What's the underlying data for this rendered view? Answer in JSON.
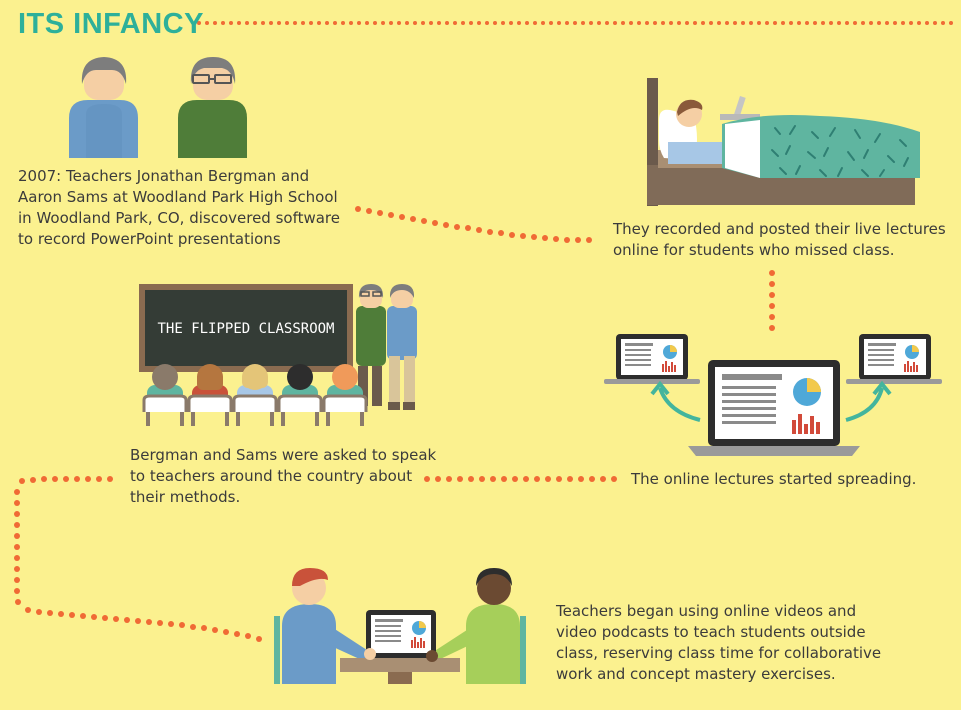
{
  "title": "ITS INFANCY",
  "colors": {
    "background": "#fbf18f",
    "title": "#2db09a",
    "dots": "#f06a35",
    "text": "#3b3b3b",
    "arrow": "#43b59d"
  },
  "captions": {
    "c1": [
      "2007: Teachers Jonathan Bergman and",
      "Aaron Sams at Woodland Park High School",
      "in Woodland Park, CO, discovered software",
      "to record PowerPoint presentations"
    ],
    "c2": [
      "They recorded and posted their live lectures",
      "online for students who missed class."
    ],
    "c3": [
      "Bergman and Sams were asked to speak",
      "to teachers around the country about",
      "their methods."
    ],
    "c4": [
      "The online lectures started spreading."
    ],
    "c5": [
      "Teachers began using online videos and",
      "video podcasts to teach students outside",
      "class, reserving class time for collaborative",
      "work and concept mastery exercises."
    ]
  },
  "chalkboard_text": "THE FLIPPED CLASSROOM",
  "icons": [
    "teacher-blue-icon",
    "teacher-green-glasses-icon",
    "bed-laptop-icon",
    "chalkboard-classroom-icon",
    "laptops-spreading-icon",
    "students-tablet-icon"
  ]
}
